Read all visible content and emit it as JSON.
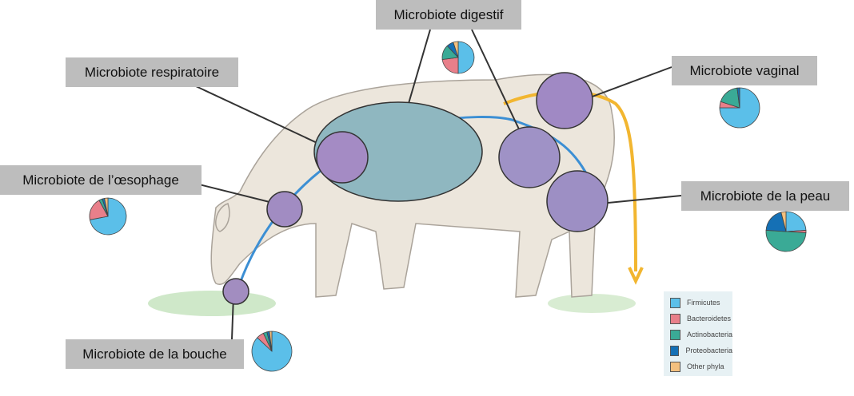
{
  "labels": {
    "digestif": "Microbiote digestif",
    "respiratoire": "Microbiote respiratoire",
    "oesophage": "Microbiote de l’œsophage",
    "bouche": "Microbiote de la bouche",
    "vaginal": "Microbiote vaginal",
    "peau": "Microbiote de la peau"
  },
  "legend": [
    {
      "label": "Firmicutes",
      "color": "#5bbfe9"
    },
    {
      "label": "Bacteroidetes",
      "color": "#e87f8a"
    },
    {
      "label": "Actinobacteria",
      "color": "#3aaa96"
    },
    {
      "label": "Proteobacteria",
      "color": "#1570b5"
    },
    {
      "label": "Other phyla",
      "color": "#f3c07f"
    }
  ],
  "pies": {
    "digestif": [
      50,
      23,
      15,
      7,
      5
    ],
    "oesophage": [
      72,
      20,
      3,
      2,
      3
    ],
    "bouche": [
      87,
      6,
      3,
      2,
      2
    ],
    "vaginal": [
      75,
      5,
      18,
      2,
      0
    ],
    "peau": [
      24,
      2,
      50,
      20,
      4
    ]
  }
}
